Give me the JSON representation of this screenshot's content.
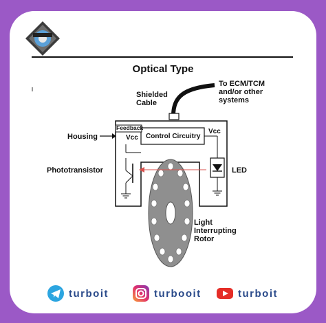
{
  "header": {
    "title": "Optical Type"
  },
  "labels": {
    "ecm": "To ECM/TCM\nand/or other\nsystems",
    "cable": "Shielded\nCable",
    "housing": "Housing",
    "feedback": "Feedback",
    "vcc_left": "Vcc",
    "control": "Control Circuitry",
    "vcc_right": "Vcc",
    "phototransistor": "Phototransistor",
    "led": "LED",
    "rotor": "Light\nInterrupting\nRotor"
  },
  "footer": {
    "telegram": "turboit",
    "instagram": "turbooit",
    "youtube": "turboit"
  },
  "colors": {
    "background": "#9b59c6",
    "card": "#ffffff",
    "beam": "#d9534f",
    "rotor": "#8f8f8f",
    "telegram": "#2ca5e0",
    "youtube": "#e52d27",
    "handle": "#2a4a8a"
  },
  "icons": [
    "logo-icon",
    "telegram-icon",
    "instagram-icon",
    "youtube-icon"
  ]
}
